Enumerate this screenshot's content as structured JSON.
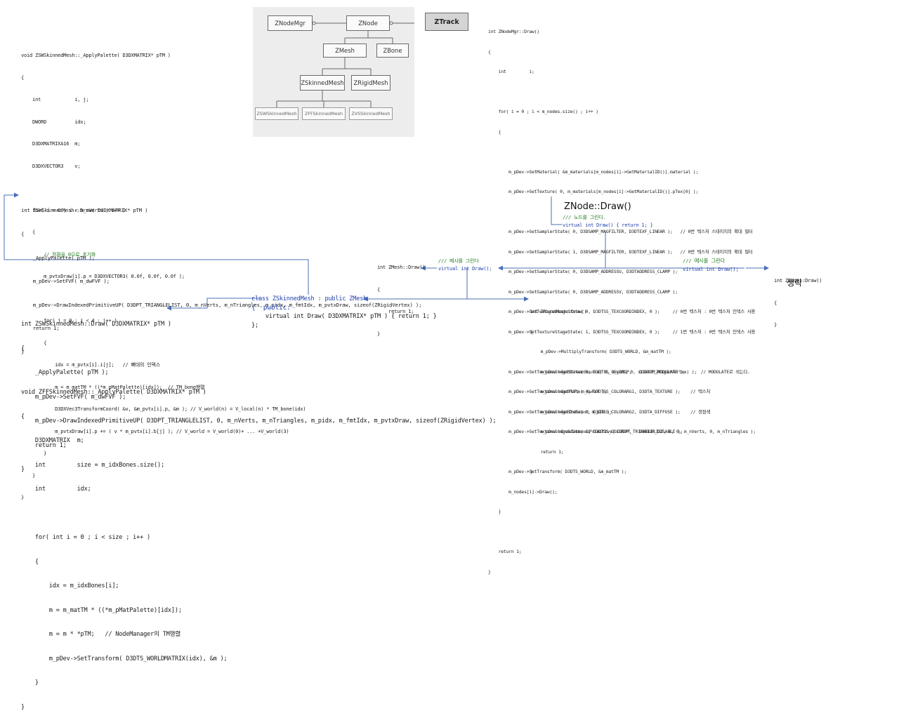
{
  "uml": {
    "nodes": [
      "ZNodeMgr",
      "ZNode",
      "ZTrack",
      "ZMesh",
      "ZBone",
      "ZSkinnedMesh",
      "ZRigidMesh",
      "ZSWSkinnedMesh",
      "ZFFSkinnedMesh",
      "ZVSSkinnedMesh"
    ]
  },
  "apply_palette_sw": [
    "void ZSWSkinnedMesh::_ApplyPalette( D3DXMATRIX* pTM )",
    "{",
    "    int            i, j;",
    "    DWORD          idx;",
    "    D3DXMATRIXA16  m;",
    "    D3DXVECTOR3    v;",
    "",
    "    for( i = 0 ; i < m_nVerts ; i++ )",
    "    {",
    "        // 정점을 0으로 초기화",
    "        m_pvtxDraw[i].p = D3DXVECTOR3( 0.0f, 0.0f, 0.0f );",
    "",
    "        for( j = 0 ; j < 4 ; j++ )",
    "        {",
    "            idx = m_pvtx[i].i[j];   // 뼈대의 인덱스",
    "            m = m_matTM * ((*m_pMatPalette)[idx]);  // TM_bone행렬",
    "            D3DXVec3TransformCoord( &v, &m_pvtx[i].p, &m ); // V_world(n) = V_local(n) * TM_bone(idx)",
    "            m_pvtxDraw[i].p += ( v * m_pvtx[i].b[j] ); // V_world = V_world(0)+ ... +V_world(3)",
    "        }",
    "    }",
    "}"
  ],
  "sw_draw_top": [
    "int ZSWSkinnedMesh::Draw( D3DXMATRIX* pTM )",
    "{",
    "    _ApplyPalette( pTM );",
    "    m_pDev->SetFVF( m_dwFVF );",
    "    m_pDev->DrawIndexedPrimitiveUP( D3DPT_TRIANGLELIST, 0, m_nVerts, m_nTriangles, m_pidx, m_fmtIdx, m_pvtxDraw, sizeof(ZRigidVertex) );",
    "    return 1;",
    "}"
  ],
  "sw_draw_bottom": [
    "int ZSWSkinnedMesh::Draw( D3DXMATRIX* pTM )",
    "{",
    "    _ApplyPalette( pTM );",
    "    m_pDev->SetFVF( m_dwFVF );",
    "    m_pDev->DrawIndexedPrimitiveUP( D3DPT_TRIANGLELIST, 0, m_nVerts, m_nTriangles, m_pidx, m_fmtIdx, m_pvtxDraw, sizeof(ZRigidVertex) );",
    "    return 1;",
    "}"
  ],
  "apply_palette_ff": [
    "void ZFFSkinnedMesh::_ApplyPalette( D3DXMATRIX* pTM )",
    "{",
    "    D3DXMATRIX  m;",
    "    int         size = m_idxBones.size();",
    "    int         idx;",
    "",
    "    for( int i = 0 ; i < size ; i++ )",
    "    {",
    "        idx = m_idxBones[i];",
    "        m = m_matTM * ((*m_pMatPalette)[idx]);",
    "        m = m * *pTM;   // NodeManager의 TM행렬",
    "        m_pDev->SetTransform( D3DTS_WORLDMATRIX(idx), &m );",
    "    }",
    "}"
  ],
  "nodemgr_draw": [
    "int ZNodeMgr::Draw()",
    "{",
    "    int         i;",
    "",
    "    for( i = 0 ; i < m_nodes.size() ; i++ )",
    "    {",
    "",
    "        m_pDev->SetMaterial( &m_materials[m_nodes[i]->GetMaterialID()].material );",
    "        m_pDev->SetTexture( 0, m_materials[m_nodes[i]->GetMaterialID()].pTex[0] );",
    "",
    "        m_pDev->SetSamplerState( 0, D3DSAMP_MAGFILTER, D3DTEXF_LINEAR );   // 0번 텍스처 스테이지의 확대 필터",
    "        m_pDev->SetSamplerState( 1, D3DSAMP_MAGFILTER, D3DTEXF_LINEAR );   // 0번 텍스처 스테이지의 확대 필터",
    "        m_pDev->SetSamplerState( 0, D3DSAMP_ADDRESSU, D3DTADDRESS_CLAMP );",
    "        m_pDev->SetSamplerState( 0, D3DSAMP_ADDRESSV, D3DTADDRESS_CLAMP );",
    "        m_pDev->SetTextureStageState( 0, D3DTSS_TEXCOORDINDEX, 0 );     // 0번 텍스처 : 0번 텍스처 인덱스 사용",
    "        m_pDev->SetTextureStageState( 1, D3DTSS_TEXCOORDINDEX, 0 );     // 1번 텍스처 : 0번 텍스처 인덱스 사용",
    "",
    "        m_pDev->SetTextureStageState( 0, D3DTSS_COLOROP,   D3DTOP_MODULATE );      // MODULATE로 섞는다.",
    "        m_pDev->SetTextureStageState( 0, D3DTSS_COLORARG1, D3DTA_TEXTURE );    // 텍스처",
    "        m_pDev->SetTextureStageState( 0, D3DTSS_COLORARG2, D3DTA_DIFFUSE );    // 정점색",
    "        m_pDev->SetTextureStageState( 1, D3DTSS_COLOROP,   D3DTOP_DISABLE );",
    "",
    "        m_pDev->SetTransform( D3DTS_WORLD, &m_matTM );",
    "        m_nodes[i]->Draw();",
    "    }",
    "",
    "    return 1;",
    "}"
  ],
  "znode": {
    "title": "ZNode::Draw()",
    "comment": "/// 노드를 그린다.",
    "decl": "virtual int Draw() { return 1; }"
  },
  "zmesh": {
    "lines": [
      "int ZMesh::Draw()",
      "{",
      "    return 1;",
      "}"
    ],
    "comment": "/// 메시를 그린다",
    "decl": "virtual int Draw();"
  },
  "right_decl": {
    "comment": "/// 메시를 그린다",
    "decl": "virtual int Draw();"
  },
  "zbone": {
    "lines": [
      "int ZBone::Draw()",
      "{",
      "}"
    ],
    "note": "생략"
  },
  "skinned_class": {
    "line1": "class ZSkinnedMesh : public ZMesh",
    "line2": "{  public:",
    "line3": "    virtual int Draw( D3DXMATRIX* pTM ) { return 1; }",
    "line4": "};"
  },
  "rigid_draw": [
    "int ZRigidMesh::Draw()",
    "{",
    "    m_pDev->MultiplyTransform( D3DTS_WORLD, &m_matTM );",
    "    m_pDev->SetStreamSource( 0, m_pVB, 0, sizeof(ZRigidVertex) );",
    "    m_pDev->SetFVF( m_dwFVF );",
    "    m_pDev->SetIndices( m_pIB );",
    "    m_pDev->DrawIndexedPrimitive( D3DPT_TRIANGLELIST, 0, 0, m_nVerts, 0, m_nTriangles );",
    "    return 1;",
    "}"
  ],
  "colors": {
    "arrow": "#4a6fb5",
    "keyword": "#1f3fa8",
    "comment": "#1f7a1f"
  }
}
